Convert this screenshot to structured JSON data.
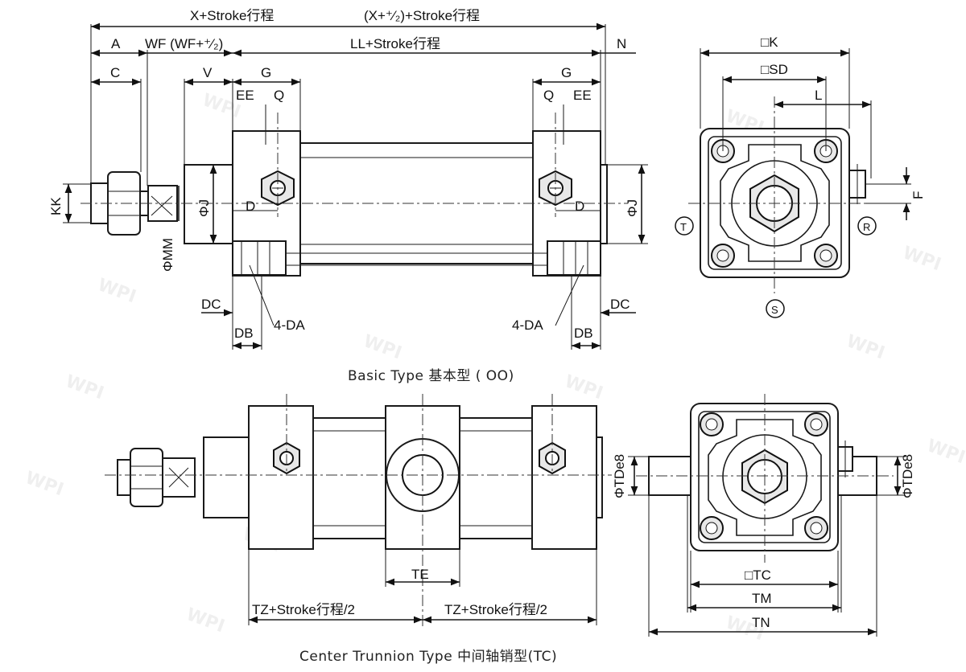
{
  "basic_type": {
    "caption": "Basic Type 基本型 ( OO)",
    "labels": {
      "x_stroke": "X+Stroke行程",
      "x_plus_stroke": "(X+⁺⁄₂)+Stroke行程",
      "a": "A",
      "wf": "WF (WF+⁺⁄₂)",
      "ll_stroke": "LL+Stroke行程",
      "n": "N",
      "c": "C",
      "v": "V",
      "g_left": "G",
      "g_right": "G",
      "ee_left": "EE",
      "q_left": "Q",
      "q_right": "Q",
      "ee_right": "EE",
      "kk": "KK",
      "phi_j_left": "ΦJ",
      "d_left": "D",
      "d_right": "D",
      "phi_j_right": "ΦJ",
      "phi_mm": "ΦMM",
      "dc_left": "DC",
      "db_left": "DB",
      "da_left": "4-DA",
      "da_right": "4-DA",
      "db_right": "DB",
      "dc_right": "DC"
    },
    "end_view_labels": {
      "k": "□K",
      "sd": "□SD",
      "l": "L",
      "f": "F",
      "t": "T",
      "r": "R",
      "s": "S"
    }
  },
  "center_trunnion_type": {
    "caption": "Center Trunnion Type 中间轴销型(TC)",
    "labels": {
      "te": "TE",
      "tz_left": "TZ+Stroke行程/2",
      "tz_right": "TZ+Stroke行程/2",
      "phi_tde8_left": "ΦTDe8",
      "phi_tde8_right": "ΦTDe8",
      "tc": "□TC",
      "tm": "TM",
      "tn": "TN"
    }
  }
}
